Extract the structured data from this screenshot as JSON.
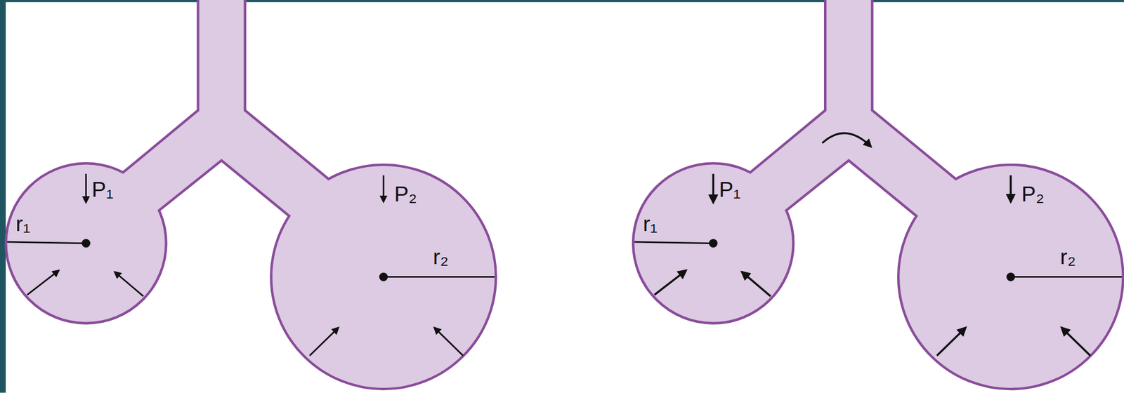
{
  "diagram": {
    "labels": [
      "P₁",
      "r₁",
      "P₂",
      "r₂",
      "P₁",
      "r₁",
      "P₂",
      "r₂"
    ]
  }
}
